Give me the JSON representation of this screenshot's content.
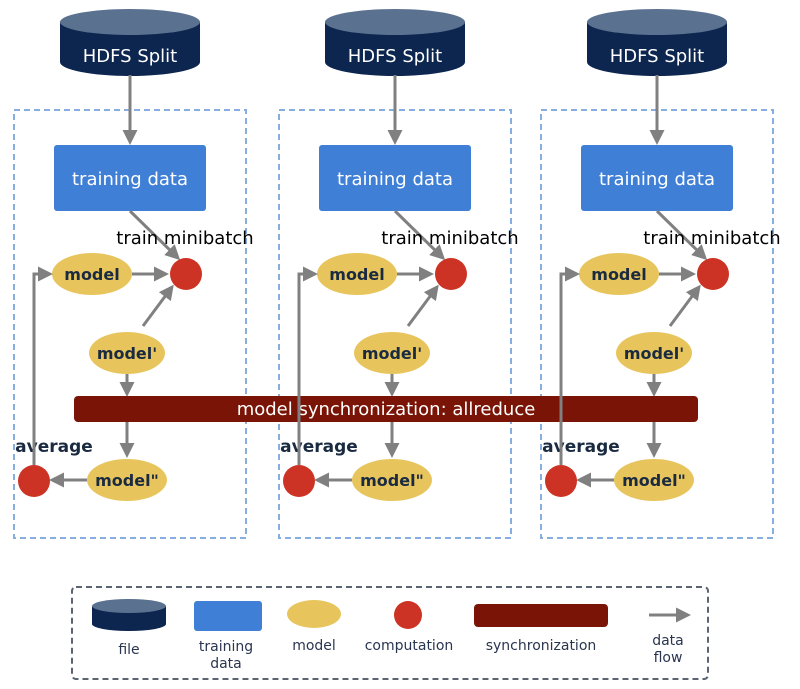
{
  "colors": {
    "file_top": "#5b7190",
    "file_body": "#0d2650",
    "training": "#3f7fd6",
    "model": "#e7c55c",
    "computation": "#cc3324",
    "sync": "#7a1406",
    "arrow": "#808080",
    "dashed_border": "#86aee0",
    "legend_border": "#5c6472"
  },
  "workers": [
    {
      "file_label": "HDFS Split",
      "training_label": "training data",
      "train_label": "train minibatch",
      "model_label": "model",
      "model_prime_label": "model'",
      "model_dprime_label": "model\"",
      "average_label": "average"
    },
    {
      "file_label": "HDFS Split",
      "training_label": "training data",
      "train_label": "train minibatch",
      "model_label": "model",
      "model_prime_label": "model'",
      "model_dprime_label": "model\"",
      "average_label": "average"
    },
    {
      "file_label": "HDFS Split",
      "training_label": "training data",
      "train_label": "train minibatch",
      "model_label": "model",
      "model_prime_label": "model'",
      "model_dprime_label": "model\"",
      "average_label": "average"
    }
  ],
  "sync_bar": {
    "label": "model synchronization: allreduce"
  },
  "legend": {
    "file": "file",
    "training_line1": "training",
    "training_line2": "data",
    "model": "model",
    "computation": "computation",
    "synchronization": "synchronization",
    "flow_line1": "data",
    "flow_line2": "flow"
  }
}
